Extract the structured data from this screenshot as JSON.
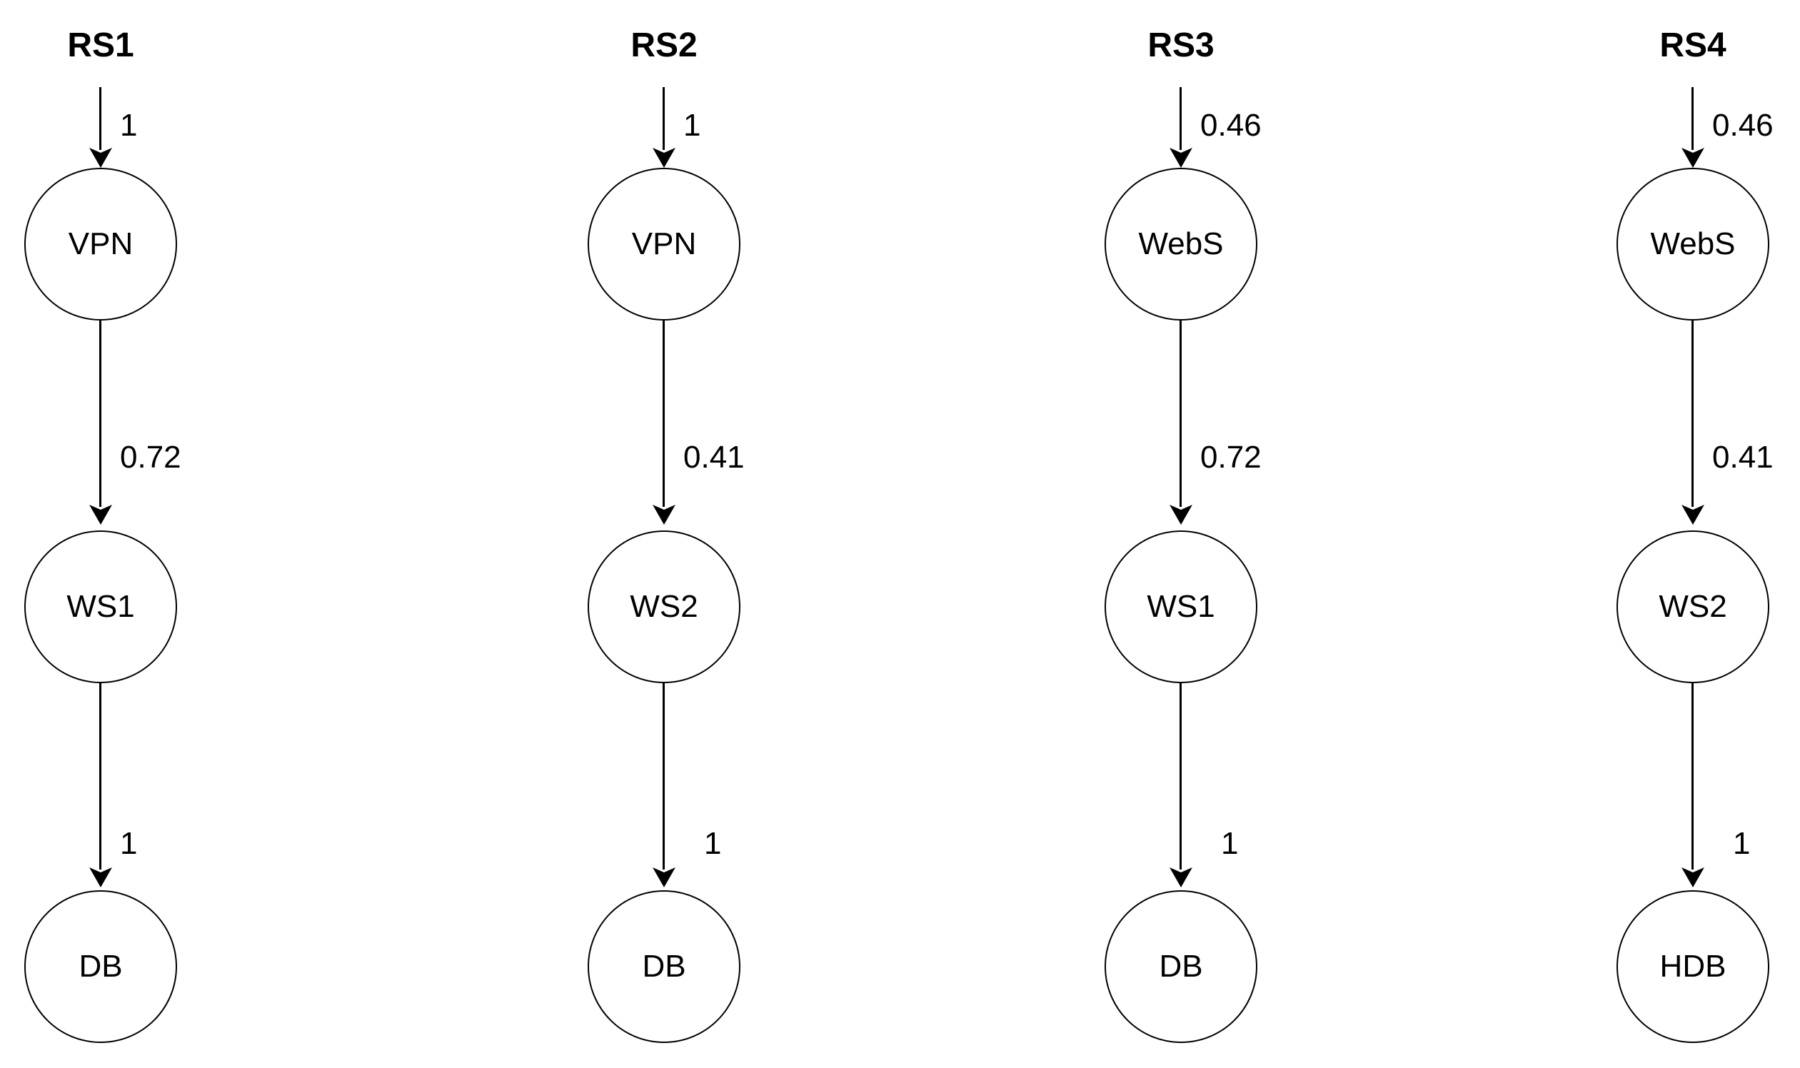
{
  "diagram": {
    "colors": {
      "stroke": "#000000",
      "text": "#000000",
      "background": "#ffffff"
    },
    "chains": [
      {
        "title": "RS1",
        "edges": [
          {
            "weight": "1"
          },
          {
            "weight": "0.72"
          },
          {
            "weight": "1"
          }
        ],
        "nodes": [
          {
            "label": "VPN"
          },
          {
            "label": "WS1"
          },
          {
            "label": "DB"
          }
        ]
      },
      {
        "title": "RS2",
        "edges": [
          {
            "weight": "1"
          },
          {
            "weight": "0.41"
          },
          {
            "weight": "1"
          }
        ],
        "nodes": [
          {
            "label": "VPN"
          },
          {
            "label": "WS2"
          },
          {
            "label": "DB"
          }
        ]
      },
      {
        "title": "RS3",
        "edges": [
          {
            "weight": "0.46"
          },
          {
            "weight": "0.72"
          },
          {
            "weight": "1"
          }
        ],
        "nodes": [
          {
            "label": "WebS"
          },
          {
            "label": "WS1"
          },
          {
            "label": "DB"
          }
        ]
      },
      {
        "title": "RS4",
        "edges": [
          {
            "weight": "0.46"
          },
          {
            "weight": "0.41"
          },
          {
            "weight": "1"
          }
        ],
        "nodes": [
          {
            "label": "WebS"
          },
          {
            "label": "WS2"
          },
          {
            "label": "HDB"
          }
        ]
      }
    ]
  }
}
